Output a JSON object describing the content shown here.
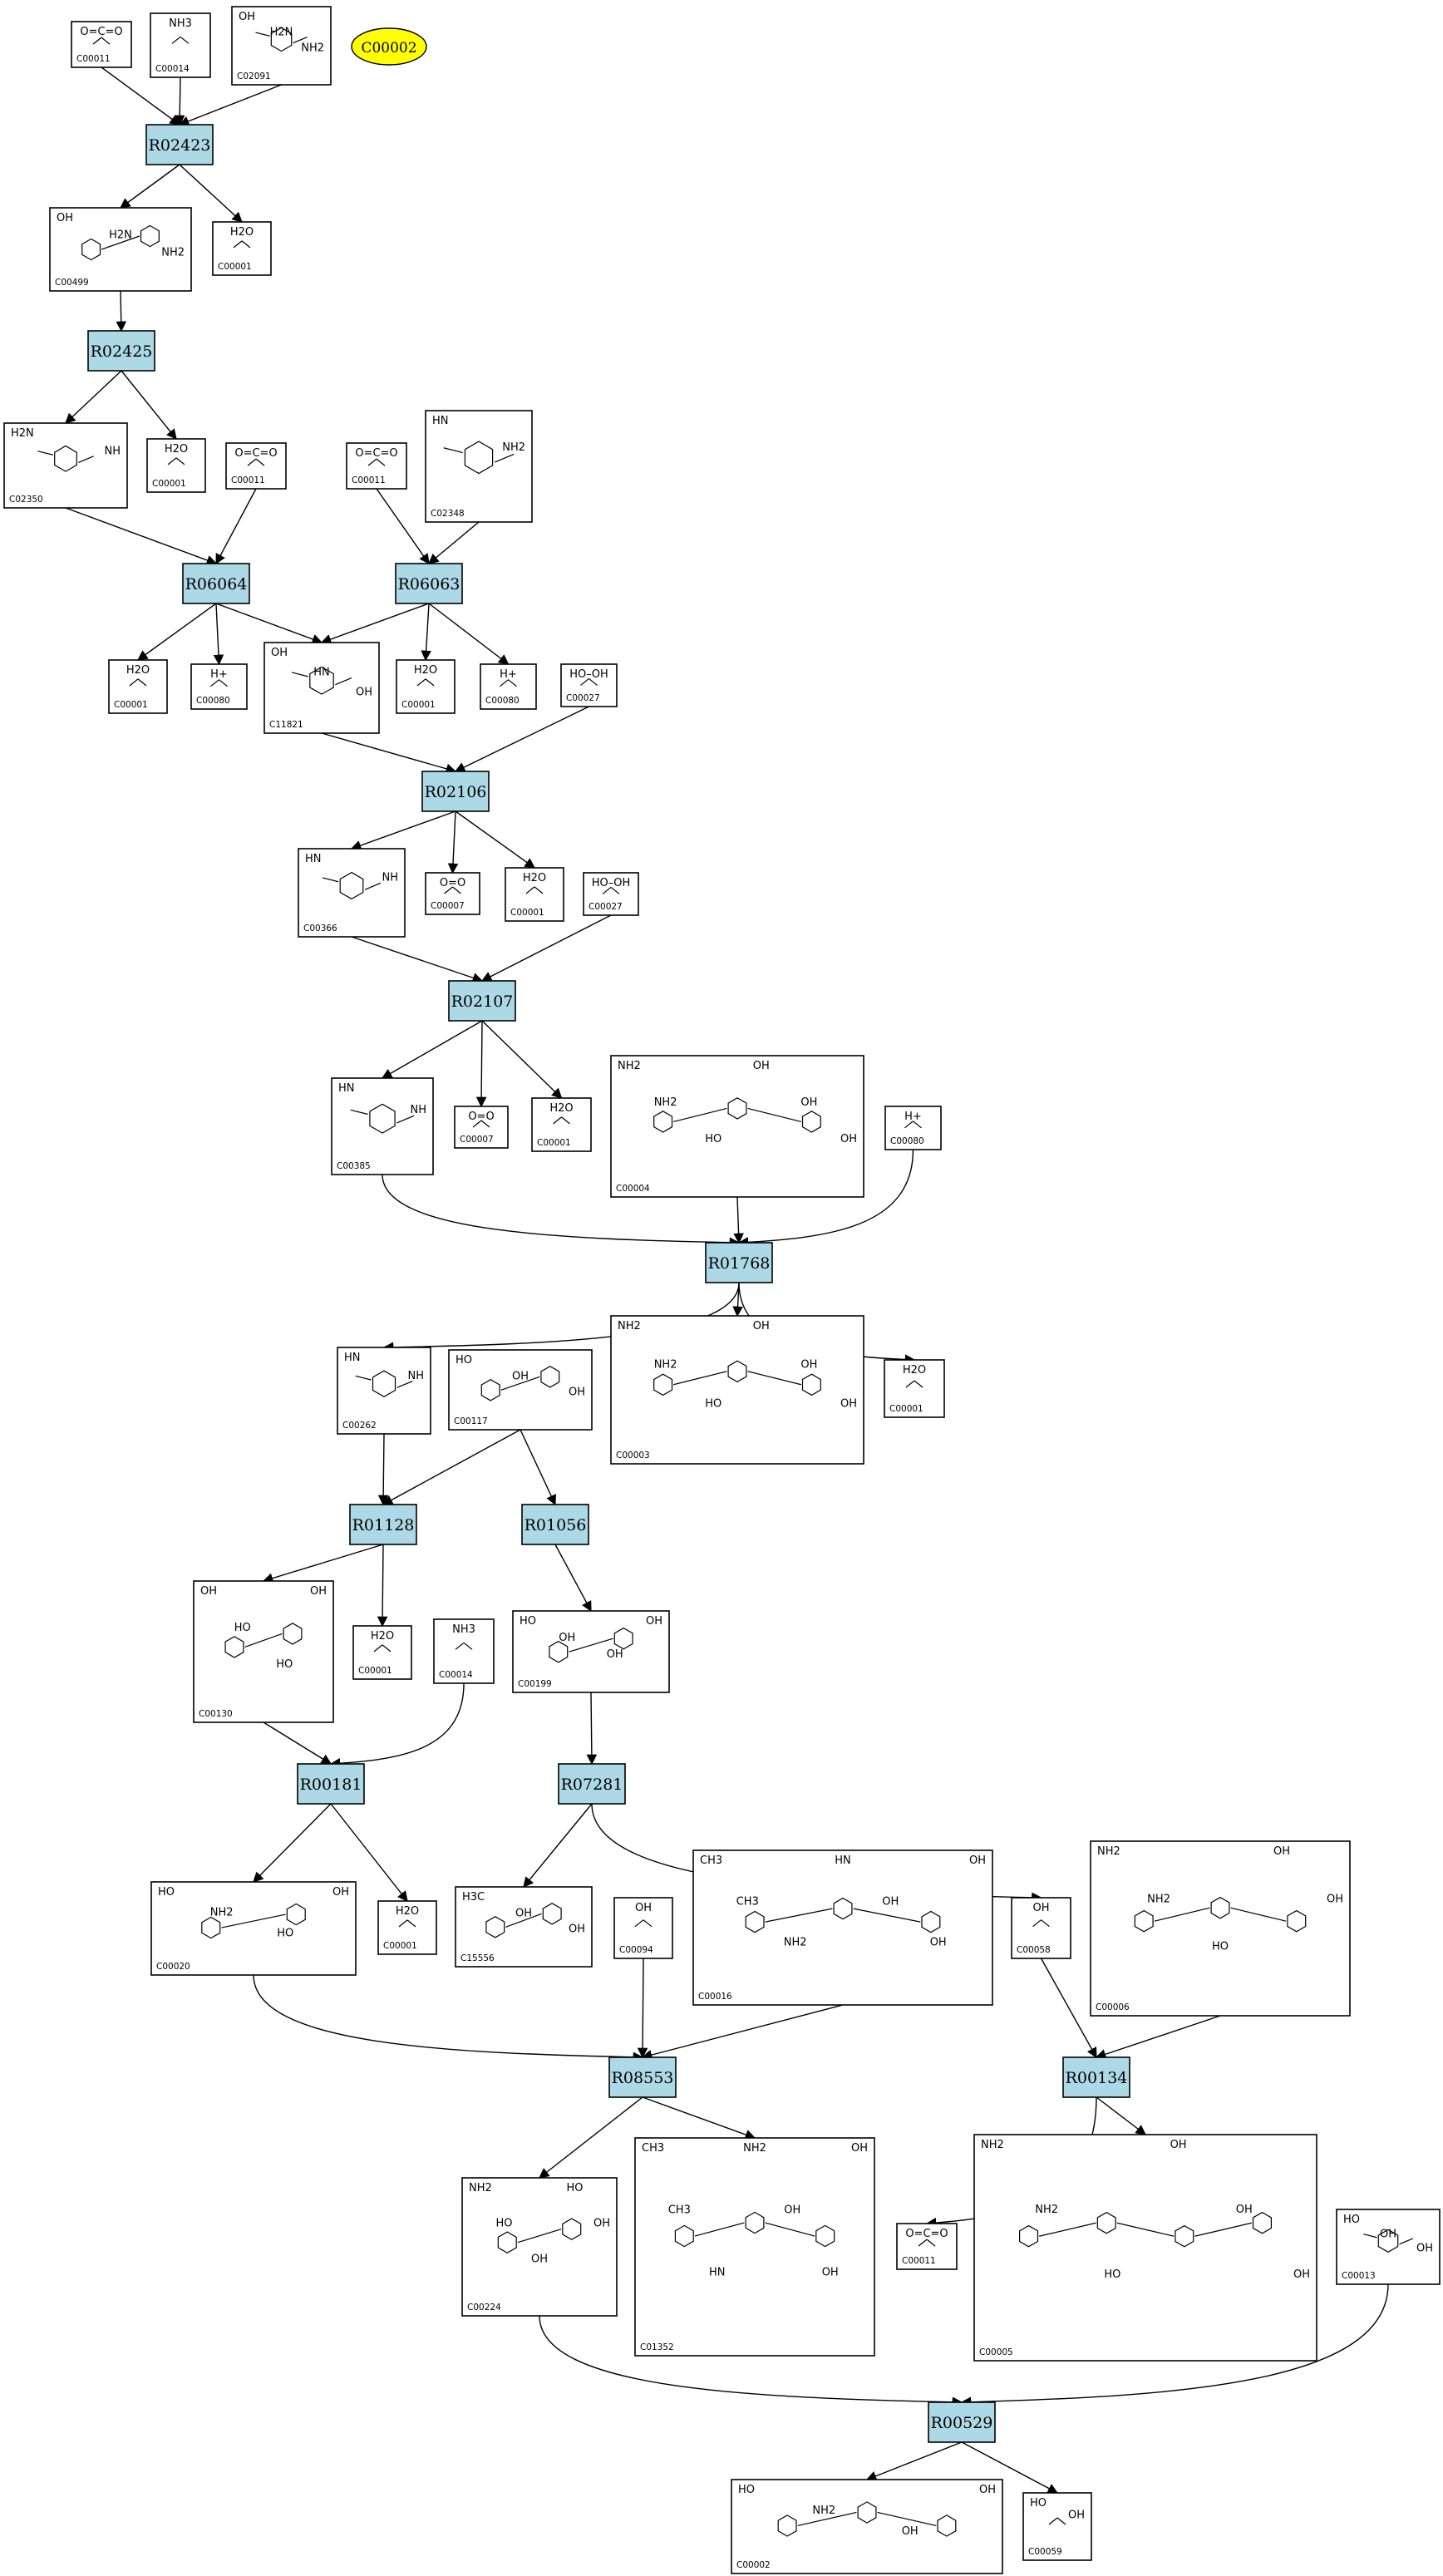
{
  "target": {
    "label": "C00002",
    "color": "#ffff00"
  },
  "colors": {
    "reaction_fill": "#add8e6",
    "compound_fill": "#ffffff",
    "edge": "#000000"
  },
  "reactions": [
    {
      "id": "R02423",
      "label": "R02423"
    },
    {
      "id": "R02425",
      "label": "R02425"
    },
    {
      "id": "R06064",
      "label": "R06064"
    },
    {
      "id": "R06063",
      "label": "R06063"
    },
    {
      "id": "R02106",
      "label": "R02106"
    },
    {
      "id": "R02107",
      "label": "R02107"
    },
    {
      "id": "R01768",
      "label": "R01768"
    },
    {
      "id": "R01128",
      "label": "R01128"
    },
    {
      "id": "R01056",
      "label": "R01056"
    },
    {
      "id": "R00181",
      "label": "R00181"
    },
    {
      "id": "R07281",
      "label": "R07281"
    },
    {
      "id": "R08553",
      "label": "R08553"
    },
    {
      "id": "R00134",
      "label": "R00134"
    },
    {
      "id": "R00529",
      "label": "R00529"
    }
  ],
  "compounds": [
    {
      "id": "c00011a",
      "label": "C00011",
      "frags": [
        "O=C=O"
      ]
    },
    {
      "id": "c00014a",
      "label": "C00014",
      "frags": [
        "NH3"
      ]
    },
    {
      "id": "c02091",
      "label": "C02091",
      "frags": [
        "OH",
        "H2N",
        "NH2"
      ]
    },
    {
      "id": "c00499",
      "label": "C00499",
      "frags": [
        "OH",
        "H2N",
        "NH2"
      ]
    },
    {
      "id": "c00001a",
      "label": "C00001",
      "frags": [
        "H2O"
      ]
    },
    {
      "id": "c02350",
      "label": "C02350",
      "frags": [
        "H2N",
        "NH"
      ]
    },
    {
      "id": "c00001b",
      "label": "C00001",
      "frags": [
        "H2O"
      ]
    },
    {
      "id": "c00011b",
      "label": "C00011",
      "frags": [
        "O=C=O"
      ]
    },
    {
      "id": "c00011c",
      "label": "C00011",
      "frags": [
        "O=C=O"
      ]
    },
    {
      "id": "c02348",
      "label": "C02348",
      "frags": [
        "HN",
        "NH2"
      ]
    },
    {
      "id": "c00001c",
      "label": "C00001",
      "frags": [
        "H2O"
      ]
    },
    {
      "id": "c00080a",
      "label": "C00080",
      "frags": [
        "H+"
      ]
    },
    {
      "id": "c11821",
      "label": "C11821",
      "frags": [
        "OH",
        "HN",
        "OH"
      ]
    },
    {
      "id": "c00001d",
      "label": "C00001",
      "frags": [
        "H2O"
      ]
    },
    {
      "id": "c00080b",
      "label": "C00080",
      "frags": [
        "H+"
      ]
    },
    {
      "id": "c00027a",
      "label": "C00027",
      "frags": [
        "HO–OH"
      ]
    },
    {
      "id": "c00366",
      "label": "C00366",
      "frags": [
        "HN",
        "NH"
      ]
    },
    {
      "id": "c00007a",
      "label": "C00007",
      "frags": [
        "O=O"
      ]
    },
    {
      "id": "c00001e",
      "label": "C00001",
      "frags": [
        "H2O"
      ]
    },
    {
      "id": "c00027b",
      "label": "C00027",
      "frags": [
        "HO–OH"
      ]
    },
    {
      "id": "c00385",
      "label": "C00385",
      "frags": [
        "HN",
        "NH"
      ]
    },
    {
      "id": "c00007b",
      "label": "C00007",
      "frags": [
        "O=O"
      ]
    },
    {
      "id": "c00001f",
      "label": "C00001",
      "frags": [
        "H2O"
      ]
    },
    {
      "id": "c00004",
      "label": "C00004",
      "frags": [
        "NH2",
        "NH2",
        "HO",
        "OH",
        "OH",
        "OH"
      ]
    },
    {
      "id": "c00080c",
      "label": "C00080",
      "frags": [
        "H+"
      ]
    },
    {
      "id": "c00262",
      "label": "C00262",
      "frags": [
        "HN",
        "NH"
      ]
    },
    {
      "id": "c00117",
      "label": "C00117",
      "frags": [
        "HO",
        "OH",
        "OH"
      ]
    },
    {
      "id": "c00003",
      "label": "C00003",
      "frags": [
        "NH2",
        "NH2",
        "HO",
        "OH",
        "OH",
        "OH"
      ]
    },
    {
      "id": "c00001g",
      "label": "C00001",
      "frags": [
        "H2O"
      ]
    },
    {
      "id": "c00130",
      "label": "C00130",
      "frags": [
        "OH",
        "HO",
        "HO",
        "OH"
      ]
    },
    {
      "id": "c00001h",
      "label": "C00001",
      "frags": [
        "H2O"
      ]
    },
    {
      "id": "c00014b",
      "label": "C00014",
      "frags": [
        "NH3"
      ]
    },
    {
      "id": "c00199",
      "label": "C00199",
      "frags": [
        "HO",
        "OH",
        "OH",
        "OH"
      ]
    },
    {
      "id": "c00020",
      "label": "C00020",
      "frags": [
        "HO",
        "NH2",
        "HO",
        "OH"
      ]
    },
    {
      "id": "c00001i",
      "label": "C00001",
      "frags": [
        "H2O"
      ]
    },
    {
      "id": "c15556",
      "label": "C15556",
      "frags": [
        "H3C",
        "OH",
        "OH"
      ]
    },
    {
      "id": "c00094",
      "label": "C00094",
      "frags": [
        "OH"
      ]
    },
    {
      "id": "c00016",
      "label": "C00016",
      "frags": [
        "CH3",
        "CH3",
        "NH2",
        "HN",
        "OH",
        "OH",
        "OH"
      ]
    },
    {
      "id": "c00058",
      "label": "C00058",
      "frags": [
        "OH"
      ]
    },
    {
      "id": "c00006",
      "label": "C00006",
      "frags": [
        "NH2",
        "NH2",
        "HO",
        "OH",
        "OH"
      ]
    },
    {
      "id": "c00224",
      "label": "C00224",
      "frags": [
        "NH2",
        "HO",
        "OH",
        "HO",
        "OH"
      ]
    },
    {
      "id": "c01352",
      "label": "C01352",
      "frags": [
        "CH3",
        "CH3",
        "HN",
        "NH2",
        "OH",
        "OH",
        "OH"
      ]
    },
    {
      "id": "c00011d",
      "label": "C00011",
      "frags": [
        "O=C=O"
      ]
    },
    {
      "id": "c00005",
      "label": "C00005",
      "frags": [
        "NH2",
        "NH2",
        "HO",
        "OH",
        "OH",
        "OH"
      ]
    },
    {
      "id": "c00013",
      "label": "C00013",
      "frags": [
        "HO",
        "OH",
        "OH"
      ]
    },
    {
      "id": "c00002",
      "label": "C00002",
      "frags": [
        "HO",
        "NH2",
        "OH",
        "OH"
      ]
    },
    {
      "id": "c00059",
      "label": "C00059",
      "frags": [
        "HO",
        "OH"
      ]
    }
  ]
}
